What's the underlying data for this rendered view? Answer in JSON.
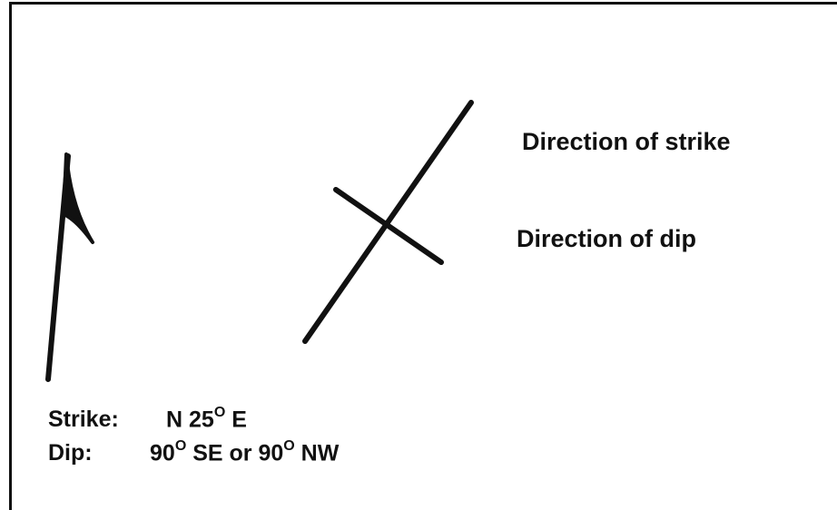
{
  "labels": {
    "strike_direction": "Direction of strike",
    "dip_direction": "Direction of dip"
  },
  "measurements": {
    "strike_label": "Strike:",
    "strike_prefix": "N 25",
    "strike_degree": "O",
    "strike_suffix": " E",
    "dip_label": "Dip:",
    "dip_value_1": "90",
    "dip_degree_1": "O",
    "dip_middle": " SE or 90",
    "dip_degree_2": "O",
    "dip_suffix": " NW"
  },
  "colors": {
    "ink": "#111111",
    "background": "#ffffff"
  },
  "icons": {
    "north_arrow": "north-arrow-icon",
    "strike_dip_symbol": "strike-dip-symbol-icon"
  }
}
